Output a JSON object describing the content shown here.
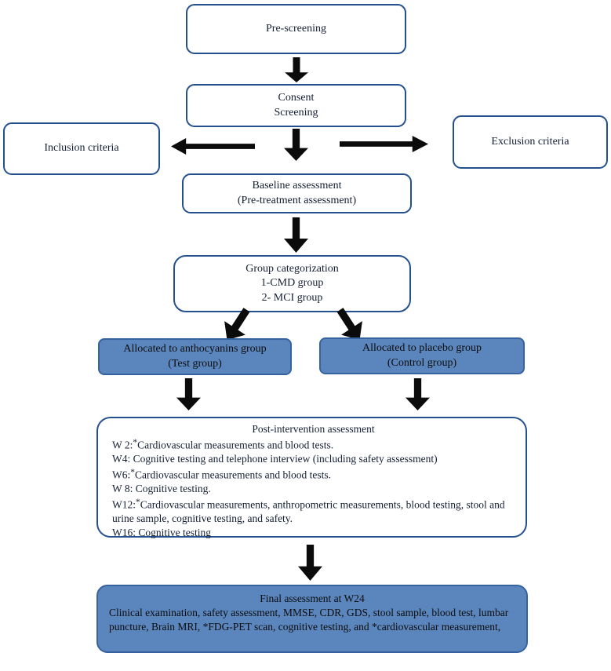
{
  "figure": {
    "type": "clinical-trial-flowchart"
  },
  "colors": {
    "outline_box_border": "#24508e",
    "filled_box_fill": "#5b86bd",
    "filled_box_border": "#36629f",
    "arrow": "#0b0b0b",
    "text": "#141e33",
    "background": "#ffffff"
  },
  "boxes": {
    "pre_screening": {
      "label": "Pre-screening"
    },
    "consent": {
      "lines": [
        "Consent",
        "Screening"
      ]
    },
    "inclusion": {
      "label": "Inclusion criteria"
    },
    "exclusion": {
      "label": "Exclusion criteria"
    },
    "baseline": {
      "lines": [
        "Baseline assessment",
        "(Pre-treatment assessment)"
      ]
    },
    "group_categorization": {
      "lines": [
        "Group categorization",
        "1-CMD group",
        "2- MCI group"
      ]
    },
    "test_group": {
      "lines": [
        "Allocated to anthocyanins group",
        "(Test group)"
      ]
    },
    "control_group": {
      "lines": [
        "Allocated to placebo group",
        "(Control group)"
      ]
    },
    "post_intervention": {
      "title": "Post-intervention assessment",
      "star_symbol": "*",
      "items": [
        {
          "prefix": "W 2:",
          "star": true,
          "text": "Cardiovascular measurements and blood tests."
        },
        {
          "prefix": "W4:",
          "star": false,
          "text": "Cognitive testing and telephone interview (including safety assessment)"
        },
        {
          "prefix": "W6:",
          "star": true,
          "text": "Cardiovascular measurements and blood tests."
        },
        {
          "prefix": "W 8:",
          "star": false,
          "text": "Cognitive testing."
        },
        {
          "prefix": "W12:",
          "star": true,
          "text": "Cardiovascular measurements, anthropometric measurements, blood testing, stool and urine sample, cognitive testing, and safety."
        },
        {
          "prefix": "W16:",
          "star": false,
          "text": "Cognitive testing"
        }
      ]
    },
    "final": {
      "title": "Final assessment at W24",
      "body": "Clinical examination, safety assessment, MMSE, CDR, GDS, stool sample, blood test, lumbar puncture, Brain MRI, *FDG-PET scan, cognitive testing, and *cardiovascular measurement,"
    }
  }
}
